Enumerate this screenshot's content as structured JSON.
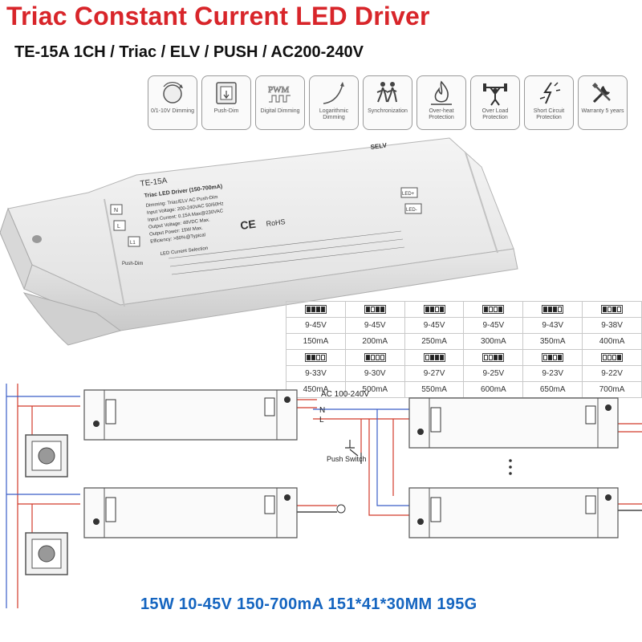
{
  "title": "Triac Constant Current LED Driver",
  "subtitle": "TE-15A 1CH / Triac / ELV / PUSH / AC200-240V",
  "features": [
    {
      "icon": "knob-dimming-icon",
      "label": "0/1-10V Dimming"
    },
    {
      "icon": "push-dim-icon",
      "label": "Push-Dim"
    },
    {
      "icon": "pwm-icon",
      "label": "Digital Dimming"
    },
    {
      "icon": "log-curve-icon",
      "label": "Logarithmic Dimming"
    },
    {
      "icon": "sync-people-icon",
      "label": "Synchronization"
    },
    {
      "icon": "flame-icon",
      "label": "Over-heat Protection"
    },
    {
      "icon": "weightlifter-icon",
      "label": "Over Load Protection"
    },
    {
      "icon": "short-circuit-icon",
      "label": "Short Circuit Protection"
    },
    {
      "icon": "tools-icon",
      "label": "Warranty 5 years"
    }
  ],
  "driver": {
    "model": "TE-15A",
    "name": "Triac LED Driver (150-700mA)",
    "specs": [
      "Dimming: Triac/ELV AC Push-Dim",
      "Input Voltage: 200-240VAC  50/60Hz",
      "Input Current: 0.15A Max@230VAC",
      "Output Voltage: 48VDC Max.",
      "Output Power: 15W Max.",
      "Efficiency: >80%@Typical"
    ],
    "selv": "SELV",
    "terminals": [
      "N",
      "L",
      "L1"
    ],
    "push_dim": "Push-Dim",
    "led_current": "LED Current Selection",
    "outputs": [
      "LED+",
      "LED-"
    ]
  },
  "current_table": {
    "row1": [
      {
        "v": "9-45V",
        "a": "150mA",
        "p": [
          1,
          1,
          1,
          1
        ]
      },
      {
        "v": "9-45V",
        "a": "200mA",
        "p": [
          1,
          0,
          1,
          1
        ]
      },
      {
        "v": "9-45V",
        "a": "250mA",
        "p": [
          1,
          1,
          0,
          1
        ]
      },
      {
        "v": "9-45V",
        "a": "300mA",
        "p": [
          1,
          0,
          0,
          1
        ]
      },
      {
        "v": "9-43V",
        "a": "350mA",
        "p": [
          1,
          1,
          1,
          0
        ]
      },
      {
        "v": "9-38V",
        "a": "400mA",
        "p": [
          1,
          0,
          1,
          0
        ]
      }
    ],
    "row2": [
      {
        "v": "9-33V",
        "a": "450mA",
        "p": [
          1,
          1,
          0,
          0
        ]
      },
      {
        "v": "9-30V",
        "a": "500mA",
        "p": [
          1,
          0,
          0,
          0
        ]
      },
      {
        "v": "9-27V",
        "a": "550mA",
        "p": [
          0,
          1,
          1,
          1
        ]
      },
      {
        "v": "9-25V",
        "a": "600mA",
        "p": [
          0,
          0,
          1,
          1
        ]
      },
      {
        "v": "9-23V",
        "a": "650mA",
        "p": [
          0,
          1,
          0,
          1
        ]
      },
      {
        "v": "9-22V",
        "a": "700mA",
        "p": [
          0,
          0,
          0,
          1
        ]
      }
    ]
  },
  "wiring": {
    "ac": "AC 100-240V",
    "n": "N",
    "l": "L",
    "push_switch": "Push Switch"
  },
  "bottom_specs": "15W 10-45V 150-700mA 151*41*30MM 195G",
  "colors": {
    "title": "#d8252a",
    "specs": "#1565c0",
    "wire_red": "#d23a2a",
    "wire_blue": "#3a5ec8"
  }
}
